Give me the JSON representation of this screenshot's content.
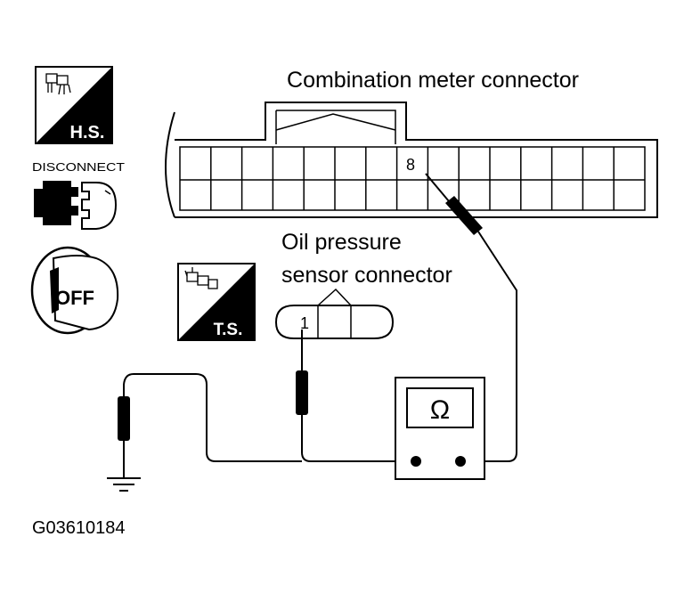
{
  "diagram": {
    "title": "Combination meter connector",
    "oil_sensor_label_line1": "Oil pressure",
    "oil_sensor_label_line2": "sensor connector",
    "meter_terminal": "8",
    "sensor_terminal": "1",
    "ohmmeter_symbol": "Ω",
    "figure_code": "G03610184"
  },
  "badges": {
    "harness_side": "H.S.",
    "terminal_side": "T.S.",
    "disconnect": "DISCONNECT",
    "ignition": "OFF"
  },
  "icons": {
    "hs_badge": "harness-side-icon",
    "ts_badge": "terminal-side-icon",
    "disconnect": "disconnect-connector-icon",
    "ignition": "ignition-key-off-icon",
    "ohmmeter": "ohmmeter-icon",
    "ground": "ground-icon"
  },
  "colors": {
    "ink": "#000000",
    "paper": "#ffffff"
  }
}
